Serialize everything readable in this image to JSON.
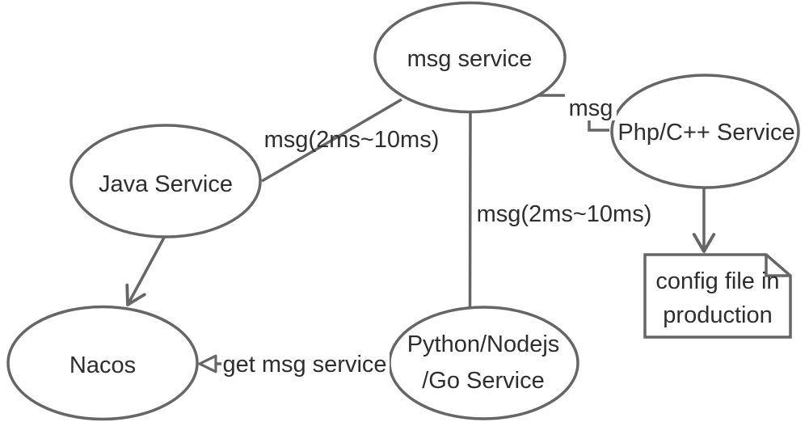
{
  "diagram": {
    "background_color": "#ffffff",
    "stroke_color": "#666666",
    "text_color": "#2e2e2e",
    "nodes": {
      "msg_service": {
        "label": "msg service"
      },
      "java_service": {
        "label": "Java Service"
      },
      "php_service": {
        "label": "Php/C++ Service"
      },
      "nacos": {
        "label": "Nacos"
      },
      "python_service": {
        "label_line1": "Python/Nodejs",
        "label_line2": "/Go Service"
      },
      "config_file": {
        "label_line1": "config file in",
        "label_line2": "production"
      }
    },
    "edges": {
      "msg_to_java": {
        "label": "msg(2ms~10ms)"
      },
      "msg_to_php": {
        "label": "msg"
      },
      "msg_to_python": {
        "label": "msg(2ms~10ms)"
      },
      "python_to_nacos": {
        "label": "get msg service"
      }
    }
  }
}
